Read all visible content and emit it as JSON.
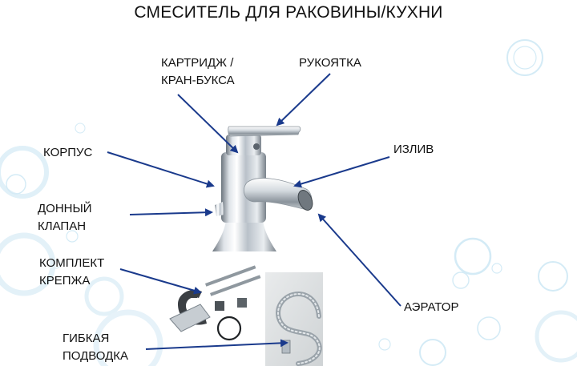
{
  "title": "СМЕСИТЕЛЬ ДЛЯ РАКОВИНЫ/КУХНИ",
  "labels": {
    "cartridge_line1": "КАРТРИДЖ /",
    "cartridge_line2": "КРАН-БУКСА",
    "handle": "РУКОЯТКА",
    "body": "КОРПУС",
    "spout": "ИЗЛИВ",
    "drain_line1": "ДОННЫЙ",
    "drain_line2": "КЛАПАН",
    "mounting_line1": "КОМПЛЕКТ",
    "mounting_line2": "КРЕПЖА",
    "aerator": "АЭРАТОР",
    "hose_line1": "ГИБКАЯ",
    "hose_line2": "ПОДВОДКА"
  },
  "colors": {
    "arrow": "#1a3a8c",
    "text": "#111111",
    "bubble": "#cfe8f5",
    "chrome_light": "#f4f6f8",
    "chrome_mid": "#b8c0c8",
    "chrome_dark": "#5a636c"
  }
}
